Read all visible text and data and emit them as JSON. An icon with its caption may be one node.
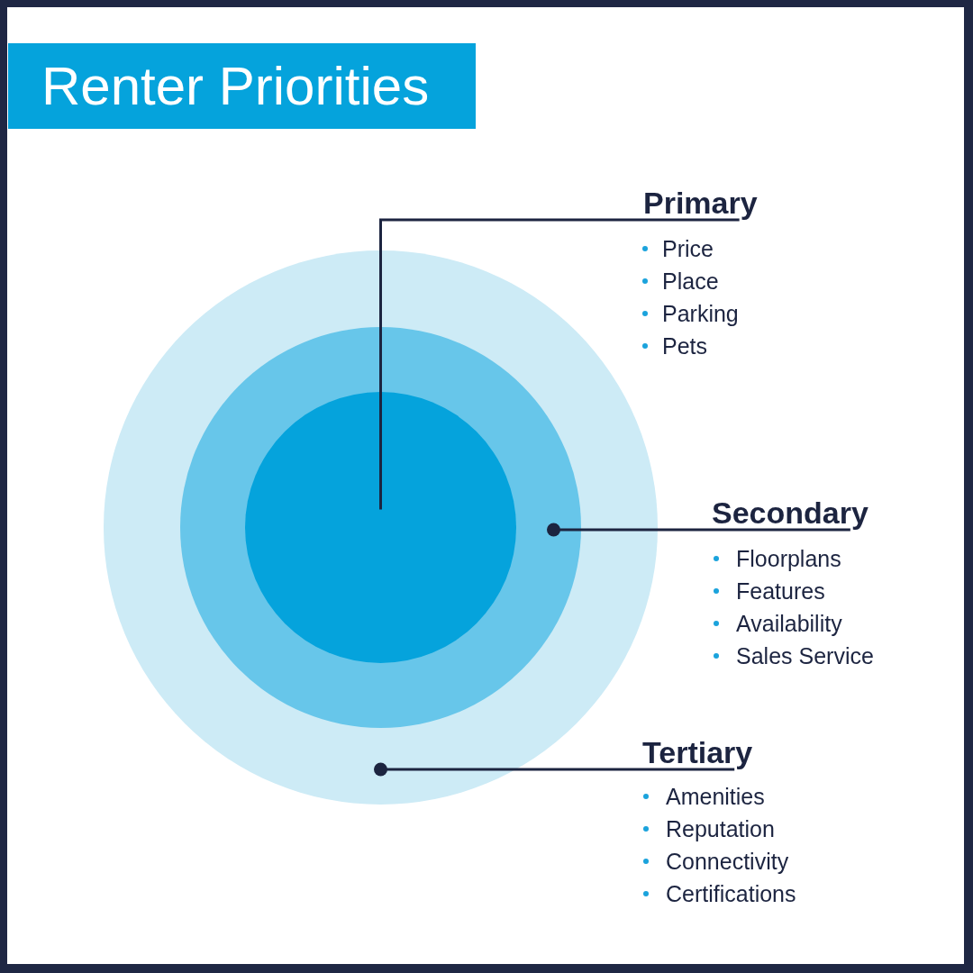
{
  "diagram": {
    "title": "Renter Priorities",
    "nodes": [
      {
        "text": [],
        "shape": "circle"
      },
      {
        "text": [],
        "shape": "circle",
        "in": 0
      },
      {
        "text": [],
        "shape": "circle",
        "in": 1
      },
      {
        "text": [
          "Primary",
          "Price",
          "Place",
          "Parking",
          "Pets"
        ]
      },
      {
        "text": [
          "Secondary",
          "Floorplans",
          "Features",
          "Availability",
          "Sales Service"
        ]
      },
      {
        "text": [
          "Tertiary",
          "Amenities",
          "Reputation",
          "Connectivity",
          "Certifications"
        ]
      }
    ],
    "edges": [
      {
        "from": 3,
        "to": 2,
        "arrow": "none"
      },
      {
        "from": 4,
        "to": 1,
        "arrow": "other"
      },
      {
        "from": 5,
        "to": 0,
        "arrow": "other"
      }
    ]
  }
}
